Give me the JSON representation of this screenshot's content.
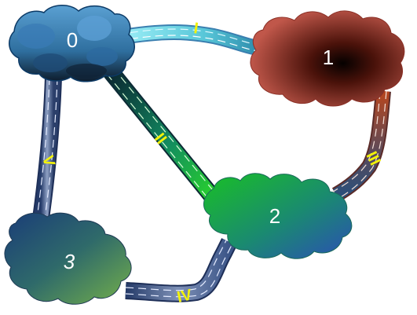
{
  "diagram": {
    "nodes": [
      {
        "id": "0",
        "label": "0",
        "style": "blue-storm-cloud"
      },
      {
        "id": "1",
        "label": "1",
        "style": "dark-red-cloud"
      },
      {
        "id": "2",
        "label": "2",
        "style": "green-blue-cloud"
      },
      {
        "id": "3",
        "label": "3",
        "style": "dark-green-cloud"
      }
    ],
    "edges": [
      {
        "id": "I",
        "label": "I",
        "from": "0",
        "to": "1",
        "colors": [
          "#8fe6f2",
          "#2a9db8"
        ]
      },
      {
        "id": "II",
        "label": "II",
        "from": "0",
        "to": "2",
        "colors": [
          "#0d2e3a",
          "#20c020"
        ]
      },
      {
        "id": "III",
        "label": "III",
        "from": "1",
        "to": "2",
        "colors": [
          "#b03a1a",
          "#2b4f7a"
        ]
      },
      {
        "id": "IV",
        "label": "IV",
        "from": "2",
        "to": "3",
        "colors": [
          "#7f93b8",
          "#2b3f6a"
        ]
      },
      {
        "id": "V",
        "label": "V",
        "from": "0",
        "to": "3",
        "colors": [
          "#7788b0",
          "#2b3f6a"
        ]
      }
    ],
    "colors": {
      "edge_label": "#f2f20a",
      "node_label": "#ffffff"
    }
  }
}
